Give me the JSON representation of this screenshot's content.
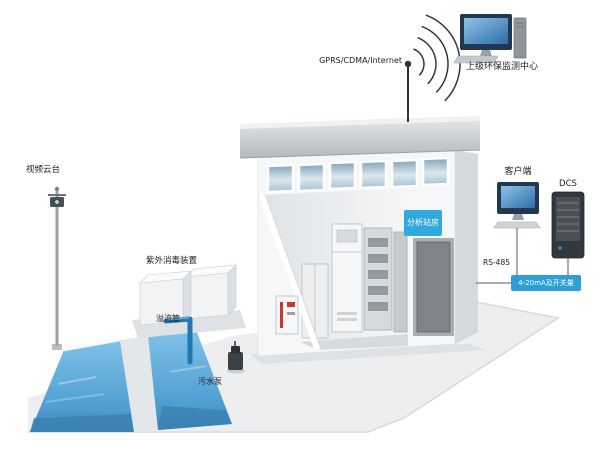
{
  "diagram": {
    "top": {
      "internet_label": "GPRS/CDMA/Internet",
      "monitoring_center_label": "上级环保监测中心"
    },
    "right": {
      "client_label": "客户端",
      "dcs_label": "DCS",
      "rs485_label": "RS-485",
      "io_badge_label": "4-20mA及开关量"
    },
    "building": {
      "sign_label": "分析站房"
    },
    "site": {
      "camera_label": "视频云台",
      "uv_label": "紫外消毒装置",
      "overflow_label": "溢流管",
      "pump_label": "污水泵"
    },
    "colors": {
      "water": "#4f9ed2",
      "water_dark": "#3c83b4",
      "accent_blue": "#2ba3d8",
      "badge_bg": "#2b9fd6",
      "sign_bg": "#31a9dc",
      "text": "#222222",
      "platform": "#eceef0",
      "roof": "#bfc4c8"
    }
  }
}
